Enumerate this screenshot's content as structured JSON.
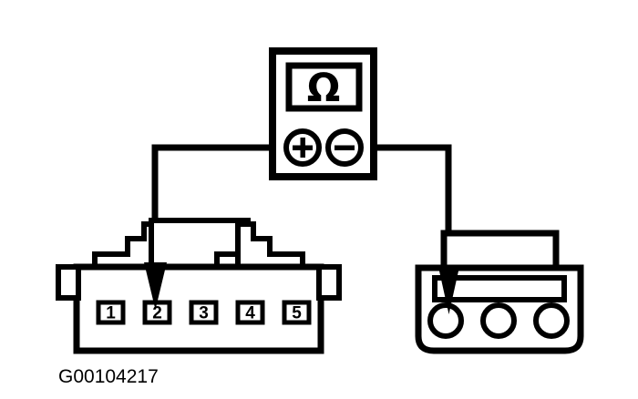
{
  "figure": {
    "id_label": "G00104217",
    "description": "Ohmmeter continuity test across two electrical connectors",
    "background_color": "#ffffff",
    "line_color": "#000000"
  },
  "meter": {
    "name": "ohmmeter",
    "display": {
      "symbol": "Ω",
      "symbol_name": "ohm-symbol"
    },
    "terminals": [
      {
        "name": "positive-terminal",
        "symbol": "+",
        "label": "positive"
      },
      {
        "name": "negative-terminal",
        "symbol": "−",
        "label": "negative"
      }
    ]
  },
  "left_connector": {
    "name": "five-pin-connector",
    "pin_count": 5,
    "pins": [
      {
        "number": "1"
      },
      {
        "number": "2"
      },
      {
        "number": "3"
      },
      {
        "number": "4"
      },
      {
        "number": "5"
      }
    ],
    "probe_target_pin": "2"
  },
  "right_connector": {
    "name": "three-cavity-connector",
    "cavity_count": 3,
    "probe_target_cavity": "1"
  },
  "leads": [
    {
      "name": "positive-lead",
      "from": "positive-terminal",
      "to": "left-connector-pin-2"
    },
    {
      "name": "negative-lead",
      "from": "negative-terminal",
      "to": "right-connector-cavity-1"
    }
  ]
}
